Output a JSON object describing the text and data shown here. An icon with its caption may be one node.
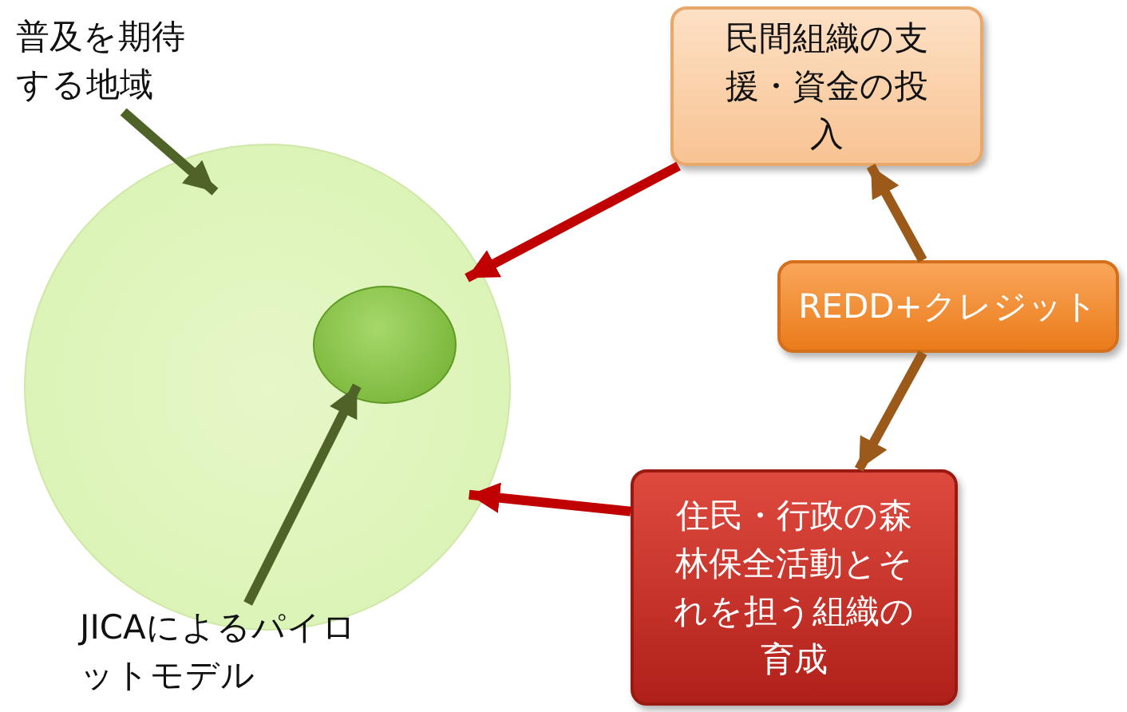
{
  "diagram": {
    "nodes": [
      {
        "text": [
          "普及を期待する地域"
        ]
      },
      {
        "text": [],
        "shape": "circle"
      },
      {
        "text": [],
        "shape": "circle",
        "in": 1
      },
      {
        "text": [
          "JICAによるパイロットモデル"
        ]
      },
      {
        "text": [
          "民間組織の支援・資金の投入"
        ]
      },
      {
        "text": [
          "REDD+クレジット"
        ]
      },
      {
        "text": [
          "住民・行政の森林保全活動とそれを担う組織の育成"
        ]
      }
    ],
    "edges": [
      {
        "from": 0,
        "to": 1,
        "arrow": "to",
        "color": "#4f6228"
      },
      {
        "from": 3,
        "to": 2,
        "arrow": "to",
        "color": "#4f6228"
      },
      {
        "from": 4,
        "to": 1,
        "arrow": "to",
        "color": "#c00000"
      },
      {
        "from": 6,
        "to": 1,
        "arrow": "to",
        "color": "#c00000"
      },
      {
        "from": 5,
        "to": 4,
        "arrow": "to",
        "color": "#9c5a1a"
      },
      {
        "from": 5,
        "to": 6,
        "arrow": "to",
        "color": "#9c5a1a"
      }
    ]
  }
}
